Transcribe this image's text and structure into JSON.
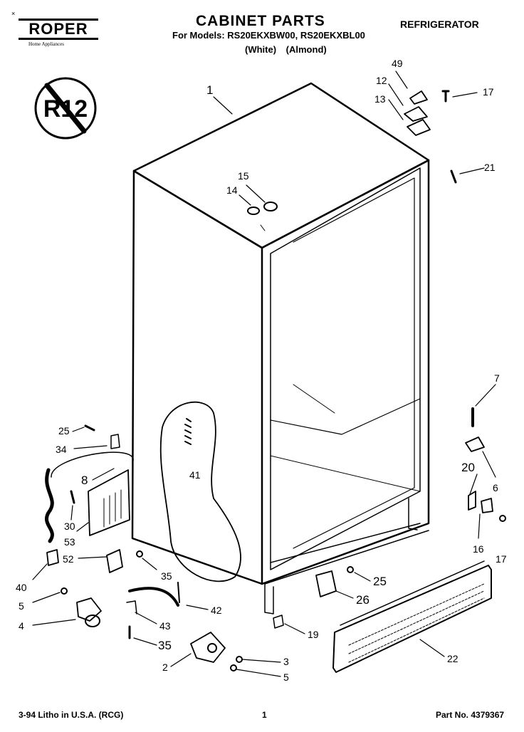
{
  "header": {
    "corner_mark": "×",
    "brand": "ROPER",
    "brand_tag": "Home Appliances",
    "title": "CABINET PARTS",
    "models_line": "For Models: RS20EKXBW00, RS20EKXBL00",
    "color_white": "(White)",
    "color_almond": "(Almond)",
    "category": "REFRIGERATOR",
    "refrigerant_badge": "R12"
  },
  "footer": {
    "print_info": "3-94 Litho in U.S.A. (RCG)",
    "page_number": "1",
    "part_number": "Part No. 4379367"
  },
  "callouts": [
    {
      "id": "c1",
      "text": "1"
    },
    {
      "id": "c49",
      "text": "49"
    },
    {
      "id": "c12",
      "text": "12"
    },
    {
      "id": "c13",
      "text": "13"
    },
    {
      "id": "c17a",
      "text": "17"
    },
    {
      "id": "c21",
      "text": "21"
    },
    {
      "id": "c15",
      "text": "15"
    },
    {
      "id": "c14",
      "text": "14"
    },
    {
      "id": "c7",
      "text": "7"
    },
    {
      "id": "c6",
      "text": "6"
    },
    {
      "id": "c20",
      "text": "20"
    },
    {
      "id": "c16",
      "text": "16"
    },
    {
      "id": "c17b",
      "text": "17"
    },
    {
      "id": "c25a",
      "text": "25"
    },
    {
      "id": "c34",
      "text": "34"
    },
    {
      "id": "c8",
      "text": "8"
    },
    {
      "id": "c41",
      "text": "41"
    },
    {
      "id": "c30",
      "text": "30"
    },
    {
      "id": "c53",
      "text": "53"
    },
    {
      "id": "c52",
      "text": "52"
    },
    {
      "id": "c35a",
      "text": "35"
    },
    {
      "id": "c40",
      "text": "40"
    },
    {
      "id": "c5a",
      "text": "5"
    },
    {
      "id": "c4",
      "text": "4"
    },
    {
      "id": "c42",
      "text": "42"
    },
    {
      "id": "c43",
      "text": "43"
    },
    {
      "id": "c35b",
      "text": "35"
    },
    {
      "id": "c25b",
      "text": "25"
    },
    {
      "id": "c26",
      "text": "26"
    },
    {
      "id": "c19",
      "text": "19"
    },
    {
      "id": "c22",
      "text": "22"
    },
    {
      "id": "c3",
      "text": "3"
    },
    {
      "id": "c2",
      "text": "2"
    },
    {
      "id": "c5b",
      "text": "5"
    }
  ]
}
